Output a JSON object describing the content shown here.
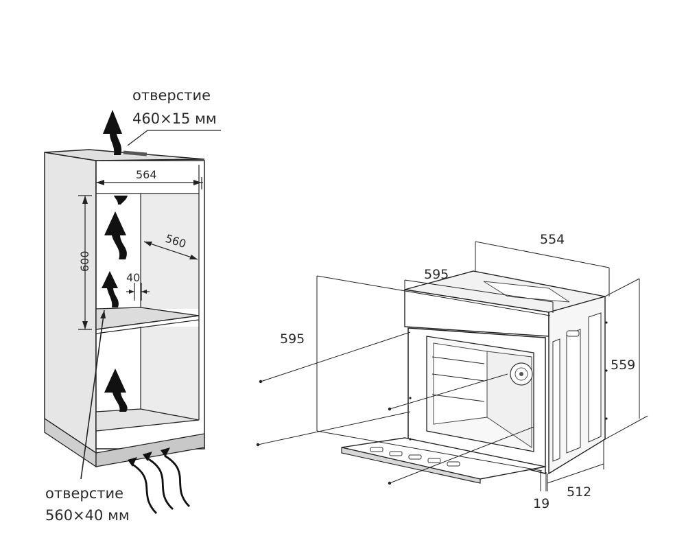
{
  "cabinet": {
    "top_vent_label_line1": "отверстие",
    "top_vent_label_line2": "460×15 мм",
    "bottom_vent_label_line1": "отверстие",
    "bottom_vent_label_line2": "560×40 мм",
    "dim_width": "564",
    "dim_depth": "560",
    "dim_height": "600",
    "dim_gap": "40"
  },
  "oven": {
    "dim_top_depth": "554",
    "dim_front_width": "595",
    "dim_front_height": "595",
    "dim_side_height": "559",
    "dim_body_depth": "512",
    "dim_panel_thickness": "19"
  },
  "colors": {
    "line": "#222222",
    "panel_fill": "#e6e6e6",
    "panel_dark": "#cfcfcf",
    "arrow": "#111111"
  }
}
